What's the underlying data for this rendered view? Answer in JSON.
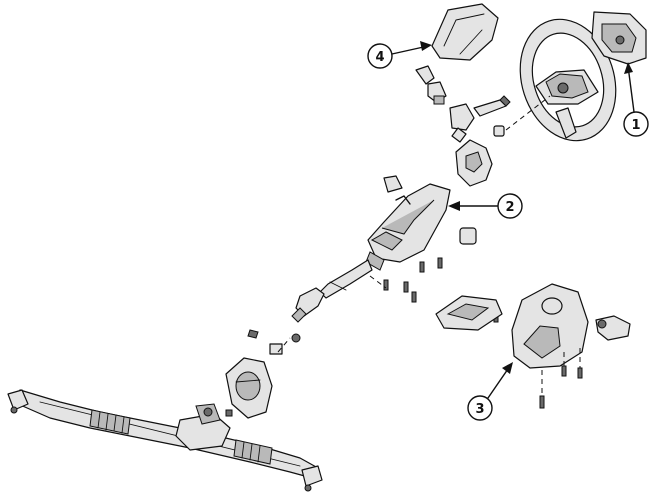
{
  "callouts": [
    {
      "id": "1",
      "label": "1"
    },
    {
      "id": "2",
      "label": "2"
    },
    {
      "id": "3",
      "label": "3"
    },
    {
      "id": "4",
      "label": "4"
    }
  ],
  "colors": {
    "ink": "#111111",
    "fill_light": "#e4e4e4",
    "fill_mid": "#b9b9b9",
    "fill_dark": "#6a6a6a",
    "background": "#ffffff"
  }
}
